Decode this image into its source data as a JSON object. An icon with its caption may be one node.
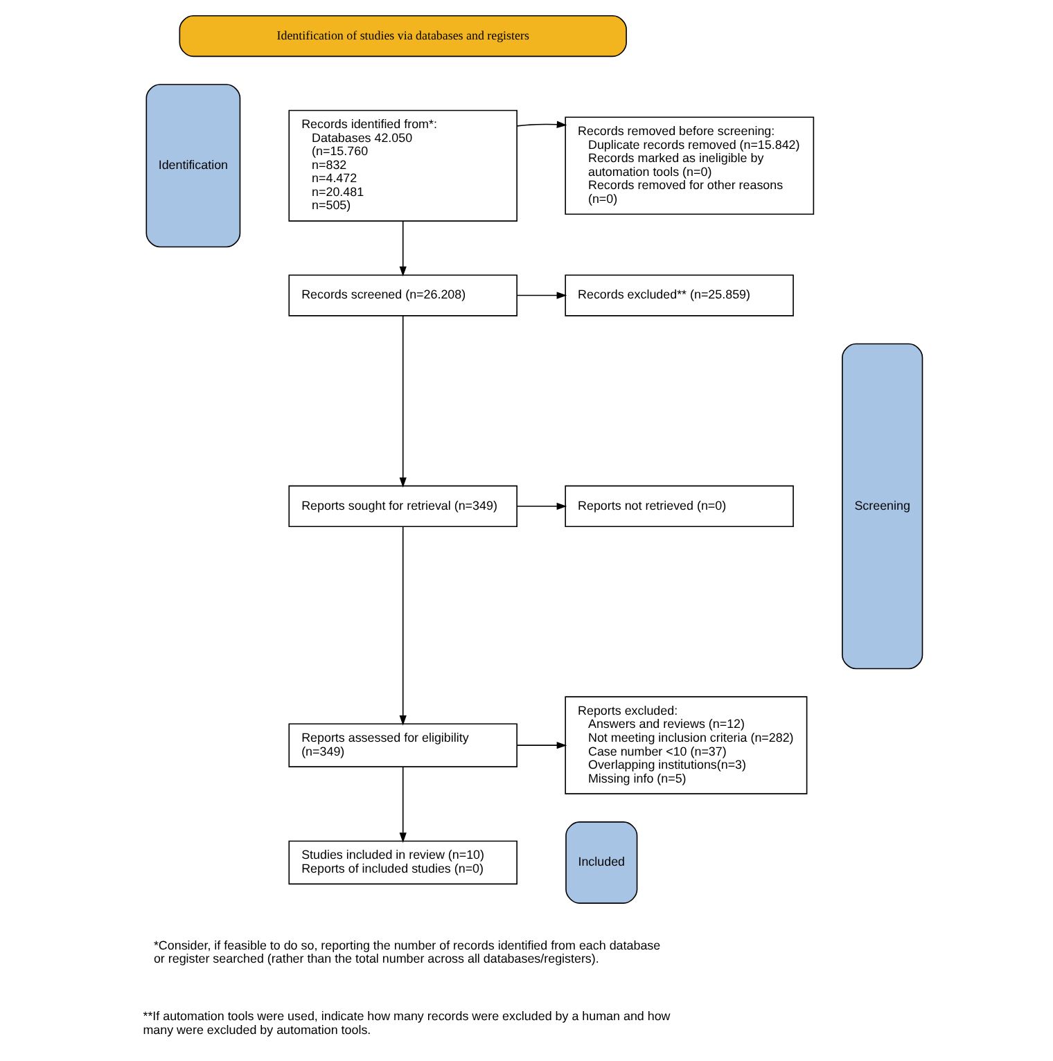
{
  "diagram": {
    "nodes": [
      {
        "text": [
          "Identification of studies via databases and registers"
        ]
      },
      {
        "text": [
          "Identification"
        ]
      },
      {
        "text": [
          "Screening"
        ]
      },
      {
        "text": [
          "Included"
        ]
      },
      {
        "text": [
          "Records identified from*:",
          "Databases 42.050",
          "(n=15.760",
          "n=832",
          "n=4.472",
          "n=20.481",
          "n=505)"
        ]
      },
      {
        "text": [
          "Records removed before screening:",
          "Duplicate records removed (n=15.842)",
          "Records marked as ineligible by automation tools (n=0)",
          "Records removed for other reasons (n=0)"
        ]
      },
      {
        "text": [
          "Records screened (n=26.208)"
        ]
      },
      {
        "text": [
          "Records excluded** (n=25.859)"
        ]
      },
      {
        "text": [
          "Reports sought for retrieval (n=349)"
        ]
      },
      {
        "text": [
          "Reports not retrieved (n=0)"
        ]
      },
      {
        "text": [
          "Reports assessed for eligibility (n=349)"
        ]
      },
      {
        "text": [
          "Reports excluded:",
          "Answers and reviews (n=12)",
          "Not meeting inclusion criteria (n=282)",
          "Case number <10 (n=37)",
          "Overlapping institutions(n=3)",
          "Missing info (n=5)"
        ]
      },
      {
        "text": [
          "Studies included in review (n=10)",
          "Reports of included studies (n=0)"
        ]
      }
    ],
    "edges": [
      {
        "from": 4,
        "to": 5,
        "arrow": "to"
      },
      {
        "from": 4,
        "to": 6,
        "arrow": "to"
      },
      {
        "from": 6,
        "to": 7,
        "arrow": "to"
      },
      {
        "from": 6,
        "to": 8,
        "arrow": "to"
      },
      {
        "from": 8,
        "to": 9,
        "arrow": "to"
      },
      {
        "from": 8,
        "to": 10,
        "arrow": "to"
      },
      {
        "from": 10,
        "to": 11,
        "arrow": "to"
      },
      {
        "from": 10,
        "to": 12,
        "arrow": "to"
      }
    ],
    "labels": [
      "*Consider, if feasible to do so, reporting the number of records identified from each database or register searched (rather than the total number across all databases/registers).",
      "**If automation tools were used, indicate how many records were excluded by a human and how many were excluded by automation tools."
    ]
  }
}
